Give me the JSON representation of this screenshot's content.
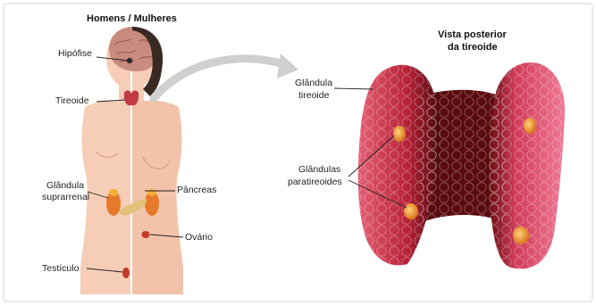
{
  "figure": {
    "left_title": "Homens / Mulheres",
    "right_title_line1": "Vista posterior",
    "right_title_line2": "da tireoide"
  },
  "labels": {
    "hipofise": "Hipófise",
    "tireoide": "Tireoide",
    "glandula_suprarrenal_line1": "Glândula",
    "glandula_suprarrenal_line2": "suprarrenal",
    "pancreas": "Pâncreas",
    "ovario": "Ovário",
    "testiculo": "Testículo",
    "glandula_tireoide_line1": "Glândula",
    "glandula_tireoide_line2": "tireoide",
    "glandulas_paratireoides_line1": "Glândulas",
    "glandulas_paratireoides_line2": "paratireoides"
  },
  "colors": {
    "skin": "#f6cdb6",
    "skin_shadow": "#e8ab8e",
    "brain": "#c98a7f",
    "thyroid": "#c23a44",
    "gland_orange": "#e57a2b",
    "arrow_gray": "#c8c8c8"
  }
}
